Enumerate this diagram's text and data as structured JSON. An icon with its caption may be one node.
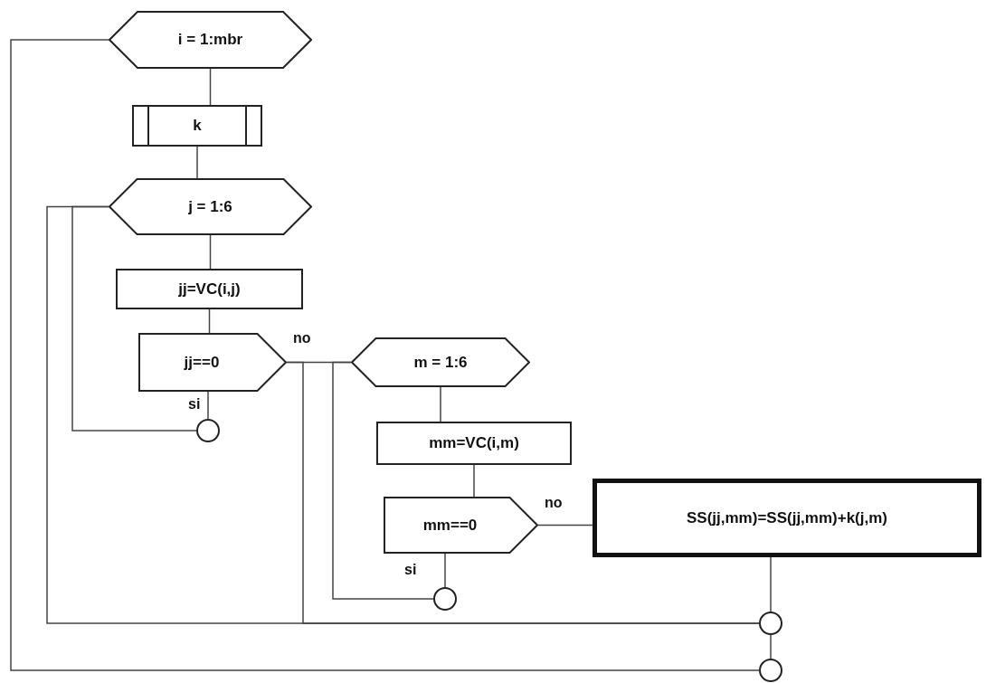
{
  "diagram": {
    "nodes": [
      {
        "text": [
          "i = 1:mbr"
        ]
      },
      {
        "text": [
          "k"
        ]
      },
      {
        "text": [
          "j = 1:6"
        ]
      },
      {
        "text": [
          "jj=VC(i,j)"
        ]
      },
      {
        "text": [
          "jj==0"
        ]
      },
      {
        "text": [
          "m = 1:6"
        ]
      },
      {
        "text": [
          "mm=VC(i,m)"
        ]
      },
      {
        "text": [
          "mm==0"
        ]
      },
      {
        "text": [
          "SS(jj,mm)=SS(jj,mm)+k(j,m)"
        ]
      },
      {
        "text": [],
        "shape": "circle"
      },
      {
        "text": [],
        "shape": "circle"
      },
      {
        "text": [],
        "shape": "circle"
      },
      {
        "text": [],
        "shape": "circle"
      }
    ],
    "edges": [
      {
        "from": 0,
        "to": 1,
        "arrow": "none"
      },
      {
        "from": 1,
        "to": 2,
        "arrow": "none"
      },
      {
        "from": 2,
        "to": 3,
        "arrow": "none"
      },
      {
        "from": 3,
        "to": 4,
        "arrow": "none"
      },
      {
        "from": 4,
        "to": 9,
        "arrow": "none",
        "label": "si"
      },
      {
        "from": 9,
        "to": 2,
        "arrow": "none"
      },
      {
        "from": 4,
        "to": 5,
        "arrow": "none",
        "label": "no"
      },
      {
        "from": 5,
        "to": 6,
        "arrow": "none"
      },
      {
        "from": 6,
        "to": 7,
        "arrow": "none"
      },
      {
        "from": 7,
        "to": 8,
        "arrow": "none",
        "label": "no"
      },
      {
        "from": 7,
        "to": 10,
        "arrow": "none",
        "label": "si"
      },
      {
        "from": 10,
        "to": 5,
        "arrow": "none"
      },
      {
        "from": 8,
        "to": 11,
        "arrow": "none"
      },
      {
        "from": 4,
        "to": 11,
        "arrow": "none"
      },
      {
        "from": 11,
        "to": 2,
        "arrow": "none"
      },
      {
        "from": 11,
        "to": 12,
        "arrow": "none"
      },
      {
        "from": 12,
        "to": 0,
        "arrow": "none"
      }
    ]
  }
}
